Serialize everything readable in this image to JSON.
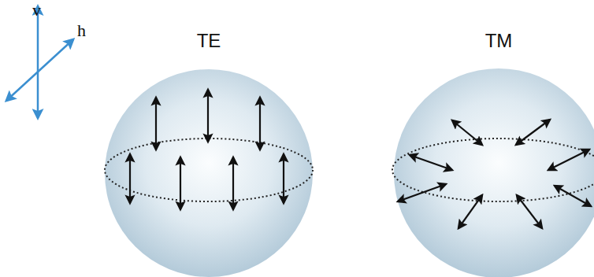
{
  "diagram": {
    "nodes": [
      {
        "text": [
          "TE"
        ]
      },
      {
        "text": [
          "TM"
        ]
      }
    ],
    "labels": [
      "v",
      "h"
    ]
  }
}
